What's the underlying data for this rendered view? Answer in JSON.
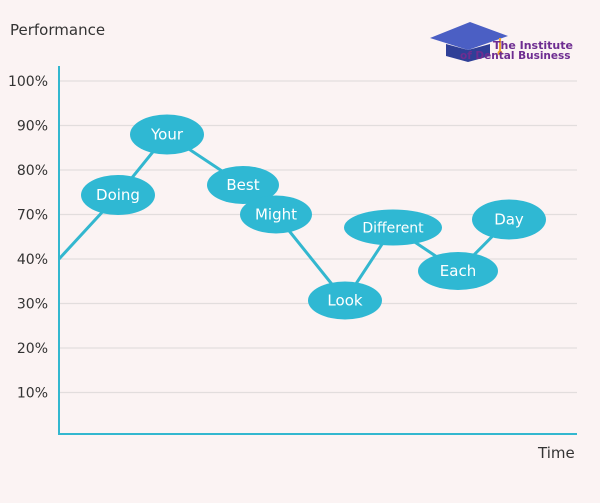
{
  "logo": {
    "line1": "The Institute",
    "line2": "of Dental Business",
    "colors": {
      "cap": "#4b5fc4",
      "text_main": "#6e2d91",
      "text_accent": "#3d6fd1"
    }
  },
  "chart_data": {
    "type": "line",
    "ylabel": "Performance",
    "xlabel": "Time",
    "yticks": [
      "100%",
      "90%",
      "80%",
      "70%",
      "40%",
      "30%",
      "20%",
      "10%"
    ],
    "grid": true,
    "series": [
      {
        "points": [
          {
            "x": 0,
            "y": "40%",
            "label": ""
          },
          {
            "x": 1,
            "y": "80%",
            "label": "Doing"
          },
          {
            "x": 2,
            "y": "90%",
            "label": "Your"
          },
          {
            "x": 3,
            "y": "80%",
            "label": "Best"
          },
          {
            "x": 4,
            "y": "70%",
            "label": "Might"
          },
          {
            "x": 5,
            "y": "30%",
            "label": "Look"
          },
          {
            "x": 6,
            "y": "70%",
            "label": "Different"
          },
          {
            "x": 7,
            "y": "40%",
            "label": "Each"
          },
          {
            "x": 8,
            "y": "70%",
            "label": "Day"
          }
        ]
      }
    ],
    "colors": {
      "line": "#33b7cf",
      "bubble": "#2fb8d3",
      "bubble_text": "#ffffff",
      "grid": "#e2dddd",
      "axis": "#33b7cf",
      "text": "#333333",
      "background": "#fbf3f3"
    }
  }
}
